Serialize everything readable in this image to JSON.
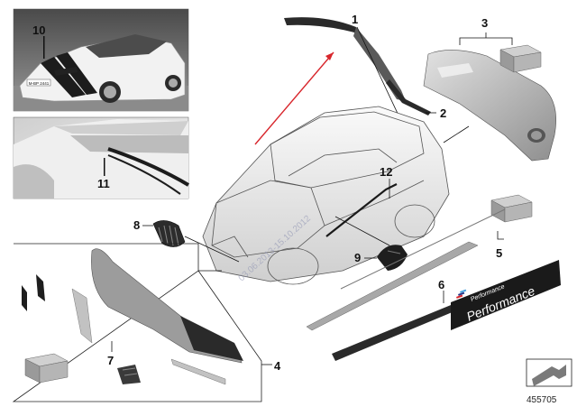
{
  "callouts": {
    "c1": "1",
    "c2": "2",
    "c3": "3",
    "c4": "4",
    "c5": "5",
    "c6": "6",
    "c7": "7",
    "c8": "8",
    "c9": "9",
    "c10": "10",
    "c11": "11",
    "c12": "12"
  },
  "decal_text_small": "Performance",
  "decal_text_large": "Performance",
  "plate_text": "M-BP 2441",
  "watermark": "03.06.2013-15.10.2012",
  "diagram_reference": "455705",
  "colors": {
    "arrow_red": "#d8262c",
    "part_gray": "#b9b9b9",
    "part_dark": "#3a3a3a",
    "line": "#222222",
    "photo_bg": "#6d6d6d"
  }
}
